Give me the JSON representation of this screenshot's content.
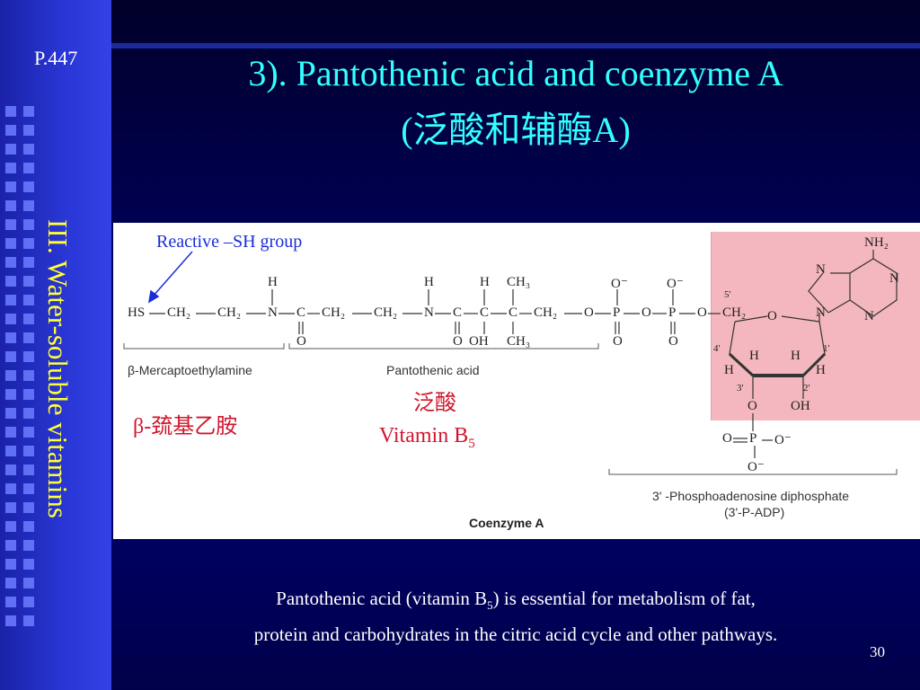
{
  "slide": {
    "page_ref": "P.447",
    "vertical_title": "III. Water-soluble vitamins",
    "title_line1": "3). Pantothenic acid and coenzyme A",
    "title_line2": "(泛酸和辅酶A)",
    "page_number": "30"
  },
  "figure": {
    "reactive_label": "Reactive –SH group",
    "mercapto_label": "β-Mercaptoethylamine",
    "pantothenic_label": "Pantothenic acid",
    "cn_pantothenic": "泛酸",
    "vitamin_b5_base": "Vitamin B",
    "vitamin_b5_sub": "5",
    "cn_mercapto": "β-巯基乙胺",
    "padp_line1": "3' -Phosphoadenosine diphosphate",
    "padp_line2": "(3'-P-ADP)",
    "coa_label": "Coenzyme A",
    "chain": {
      "hs": "HS",
      "ch2a": "CH₂",
      "ch2b": "CH₂",
      "n1": "N",
      "c1": "C",
      "ch2c": "CH₂",
      "ch2d": "CH₂",
      "n2": "N",
      "c2": "C",
      "c3": "C",
      "c4": "C",
      "ch2e": "CH₂",
      "o1": "O",
      "p1": "P",
      "o2": "O",
      "p2": "P",
      "o3": "O",
      "ch2f": "CH₂",
      "h1": "H",
      "h2": "H",
      "h3": "H",
      "ch3a": "CH₃",
      "om1": "O⁻",
      "om2": "O⁻",
      "o4": "O",
      "o5": "O",
      "oh1": "OH",
      "ch3b": "CH₃",
      "o6": "O",
      "o7": "O",
      "nh2": "NH₂",
      "n3": "N",
      "n4": "N",
      "n5": "N",
      "n6": "N",
      "ring_o": "O",
      "p5": "5'",
      "p4": "4'",
      "p1p": "1'",
      "p3": "3'",
      "p2p": "2'",
      "rh1": "H",
      "rh2": "H",
      "rh3": "H",
      "rh4": "H",
      "o8": "O",
      "oh2": "OH",
      "o9": "O",
      "p3a": "P",
      "o10": "O⁻",
      "o11": "O⁻"
    }
  },
  "caption": {
    "line1_a": "Pantothenic acid (vitamin B",
    "line1_sub": "5",
    "line1_b": ") is essential for metabolism of fat,",
    "line2": "protein and carbohydrates in the citric acid cycle and other pathways."
  }
}
